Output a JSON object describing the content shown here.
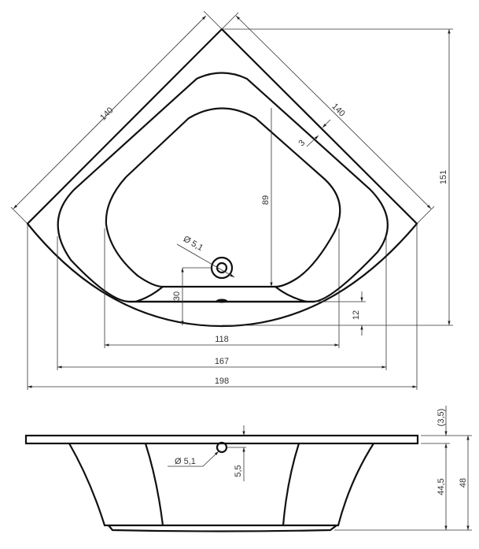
{
  "top_view": {
    "dims": {
      "left_side": "140",
      "right_side": "140",
      "rim_width": "3",
      "total_depth": "151",
      "basin_depth": "89",
      "drain_diameter": "Ø 5,1",
      "drain_offset": "30",
      "step": "12",
      "basin_width": "118",
      "inner_width": "167",
      "overall_width": "198"
    }
  },
  "side_view": {
    "dims": {
      "overflow_diameter": "Ø 5,1",
      "overflow_offset": "5,5",
      "rim_thickness": "(3,5)",
      "body_height": "44,5",
      "total_height": "48"
    }
  }
}
